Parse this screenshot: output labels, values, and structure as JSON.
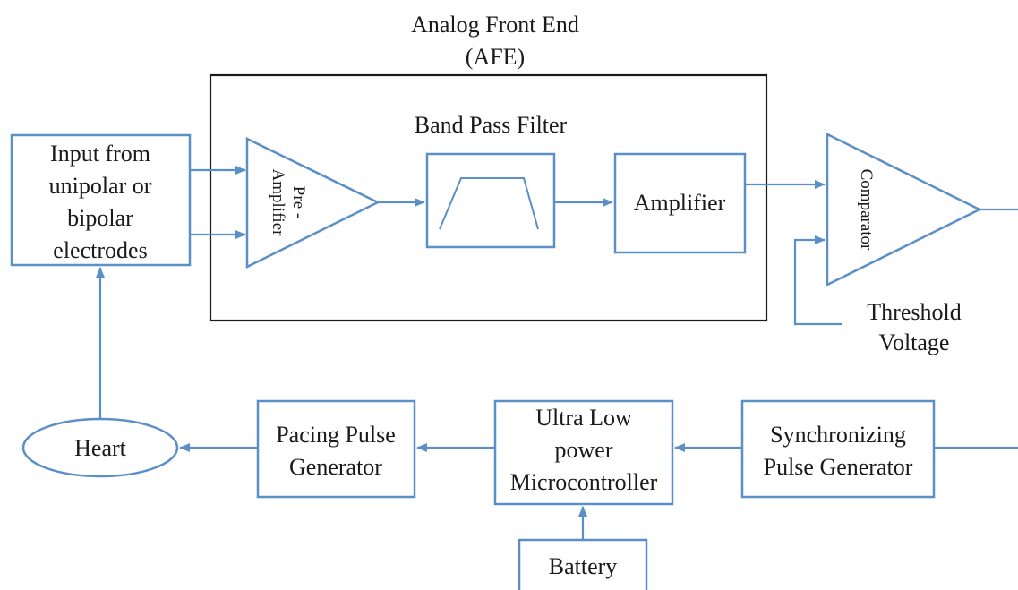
{
  "title": {
    "line1": "Analog Front End",
    "line2": "(AFE)"
  },
  "blocks": {
    "input": {
      "line1": "Input from",
      "line2": "unipolar or",
      "line3": "bipolar",
      "line4": "electrodes"
    },
    "preamp": {
      "line1": "Pre -",
      "line2": "Amplifier"
    },
    "bandpass": {
      "label": "Band Pass Filter"
    },
    "amplifier": {
      "label": "Amplifier"
    },
    "comparator": {
      "label": "Comparator"
    },
    "threshold": {
      "line1": "Threshold",
      "line2": "Voltage"
    },
    "heart": {
      "label": "Heart"
    },
    "pacing": {
      "line1": "Pacing Pulse",
      "line2": "Generator"
    },
    "mcu": {
      "line1": "Ultra Low",
      "line2": "power",
      "line3": "Microcontroller"
    },
    "sync": {
      "line1": "Synchronizing",
      "line2": "Pulse Generator"
    },
    "battery": {
      "label": "Battery"
    }
  },
  "colors": {
    "block_stroke": "#5b8fc7",
    "afe_border": "#1a1a1a",
    "text": "#1a1a1a"
  }
}
